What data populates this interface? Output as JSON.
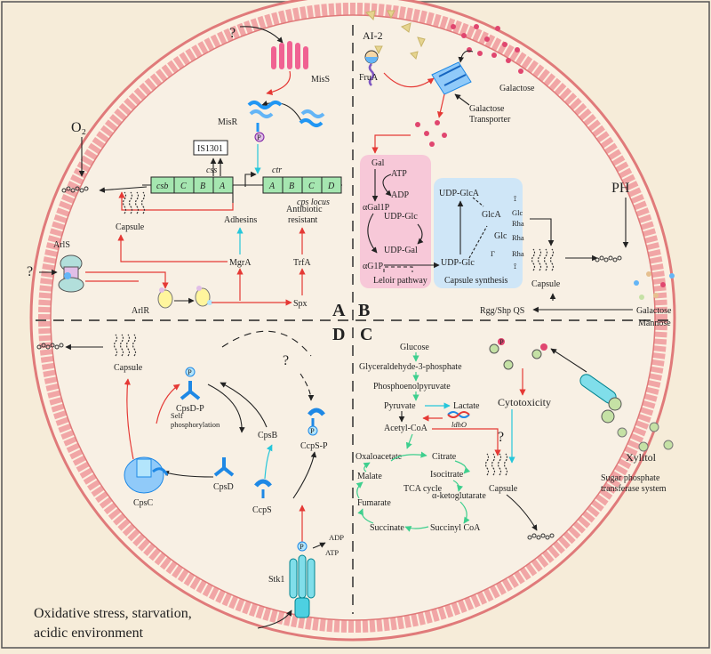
{
  "colors": {
    "background": "#f6ecd9",
    "membrane": "#f1a6a6",
    "membrane_edge": "#e07a7a",
    "red_arrow": "#e53935",
    "cyan_arrow": "#26c6da",
    "green_arrow": "#3ecf8e",
    "leloir_box": "#f7c8d8",
    "capsule_box": "#cfe6f7"
  },
  "icons": [
    "protein-kinase-icon",
    "capsule-chain-icon",
    "receptor-icon",
    "transporter-icon"
  ],
  "quadrants": {
    "a": "A",
    "b": "B",
    "c": "C",
    "d": "D"
  },
  "q_a": {
    "question": "?",
    "miss": "MisS",
    "misr": "MisR",
    "phos": "P",
    "is1301": "IS1301",
    "css": "css",
    "ctr": "ctr",
    "csb_genes": [
      "csb",
      "C",
      "B",
      "A"
    ],
    "ctr_genes": [
      "A",
      "B",
      "C",
      "D"
    ],
    "cps_locus": "cps locus",
    "o2": "O₂",
    "capsule": "Capsule",
    "adhesins": "Adhesins",
    "antibiotic": "Antibiotic",
    "resistant": "resistant",
    "mgra": "MgrA",
    "trfa": "TrfA",
    "arls": "ArlS",
    "arls_q": "?",
    "arlr": "ArlR",
    "spx": "Spx"
  },
  "q_b": {
    "ai2": "AI-2",
    "frua": "FruA",
    "galactose": "Galactose",
    "transporter_line1": "Galactose",
    "transporter_line2": "Transporter",
    "gal": "Gal",
    "atp": "ATP",
    "adp": "ADP",
    "agal1p": "αGal1P",
    "udpglc_top": "UDP-Glc",
    "udpgal": "UDP-Gal",
    "ag1p": "αG1P",
    "leloir": "Leloir pathway",
    "udpglca": "UDP-GlcA",
    "glca": "GlcA",
    "glc": "Glc",
    "rha1": "Rha",
    "glc2": "Glc",
    "rha2": "Rha",
    "gamma": "Γ",
    "rha3": "Rha",
    "udpglc": "UDP-Glc",
    "capsule_synthesis": "Capsule synthesis",
    "ph": "PH",
    "capsule": "Capsule",
    "rgg": "Rgg/Shp QS",
    "galactose2": "Galactose",
    "mannose": "Mannose"
  },
  "q_c": {
    "glucose": "Glucose",
    "g3p": "Glyceraldehyde-3-phosphate",
    "pep": "Phosphoenolpyruvate",
    "pyruvate": "Pyruvate",
    "lactate": "Lactate",
    "ldh": "ldhO",
    "acetyl": "Acetyl-CoA",
    "question": "?",
    "oxaloacetate": "Oxaloacetate",
    "citrate": "Citrate",
    "tca": "TCA cycle",
    "malate": "Malate",
    "isocitrate": "Isocitrate",
    "akg": "α-ketoglutarate",
    "fumarate": "Fumarate",
    "succinate": "Succinate",
    "succinylcoa": "Succinyl CoA",
    "capsule": "Capsule",
    "cytotoxicity": "Cytotoxicity",
    "phos": "P",
    "xylitol": "Xylitol",
    "pts_line1": "Sugar phosphate",
    "pts_line2": "transferase system"
  },
  "q_d": {
    "capsule": "Capsule",
    "cpsdp": "CpsD-P",
    "self_line1": "Self",
    "self_line2": "phosphorylation",
    "cpsb": "CpsB",
    "cpsd": "CpsD",
    "cpsc": "CpsC",
    "ccps": "CcpS",
    "ccpsp": "CcpS-P",
    "question": "?",
    "stk1": "Stk1",
    "adp": "ADP",
    "atp": "ATP",
    "phos": "P",
    "stress_line1": "Oxidative stress, starvation,",
    "stress_line2": "acidic environment"
  }
}
